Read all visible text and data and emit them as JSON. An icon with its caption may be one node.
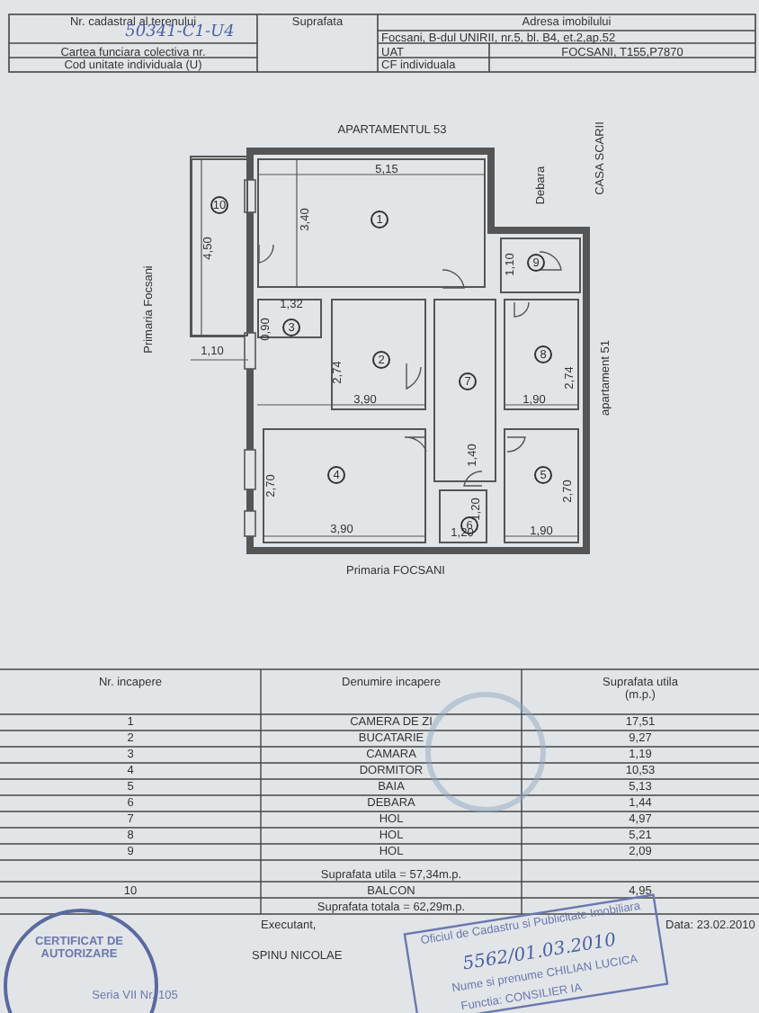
{
  "diagram": {
    "nodes": [
      {
        "text": [
          "1"
        ]
      },
      {
        "text": [
          "10"
        ]
      },
      {
        "text": [
          "9"
        ]
      },
      {
        "text": [
          "3"
        ]
      },
      {
        "text": [
          "2"
        ]
      },
      {
        "text": [
          "8"
        ]
      },
      {
        "text": [
          "7"
        ]
      },
      {
        "text": [
          "4"
        ]
      },
      {
        "text": [
          "6"
        ]
      },
      {
        "text": [
          "5"
        ]
      }
    ],
    "edges": [],
    "labels": [
      "Nr. cadastral al terenului",
      "50341-C1-U4",
      "Cartea funciara colectiva nr.",
      "Cod unitate individuala (U)",
      "Suprafata",
      "Adresa imobilului",
      "Focsani, B-dul UNIRII, nr.5, bl. B4, et.2,ap.52",
      "UAT",
      "FOCSANI, T155,P7870",
      "CF individuala",
      "APARTAMENTUL 53",
      "5,15",
      "Debara",
      "CASA SCARII",
      "4,50",
      "3,40",
      "1,10",
      "Primaria Focsani",
      "1,10",
      "1,32",
      "0,90",
      "2,74",
      "2,74",
      "apartament 51",
      "3,90",
      "1,90",
      "1,40",
      "2,70",
      "2,70",
      "1,20",
      "3,90",
      "1,20",
      "1,90",
      "Primaria FOCSANI",
      "Nr. incapere",
      "Denumire incapere",
      "Suprafata utila (m.p.)",
      "1",
      "CAMERA DE ZI",
      "17,51",
      "2",
      "BUCATARIE",
      "9,27",
      "3",
      "CAMARA",
      "1,19",
      "4",
      "DORMITOR",
      "10,53",
      "5",
      "BAIA",
      "5,13",
      "6",
      "DEBARA",
      "1,44",
      "7",
      "HOL",
      "4,97",
      "8",
      "HOL",
      "5,21",
      "9",
      "HOL",
      "2,09",
      "Suprafata utila = 57,34m.p.",
      "10",
      "BALCON",
      "4,95",
      "Suprafata totala = 62,29m.p.",
      "Executant,",
      "Data: 23.02.2010",
      "SPINU NICOLAE",
      "CERTIFICAT DE AUTORIZARE",
      "Seria VII Nr. 105",
      "Oficiul de Cadastru si Publicitate Imobiliara",
      "5562/01.03.2010",
      "Nume si prenume CHILIAN LUCICA",
      "Functia: CONSILIER IA"
    ]
  }
}
